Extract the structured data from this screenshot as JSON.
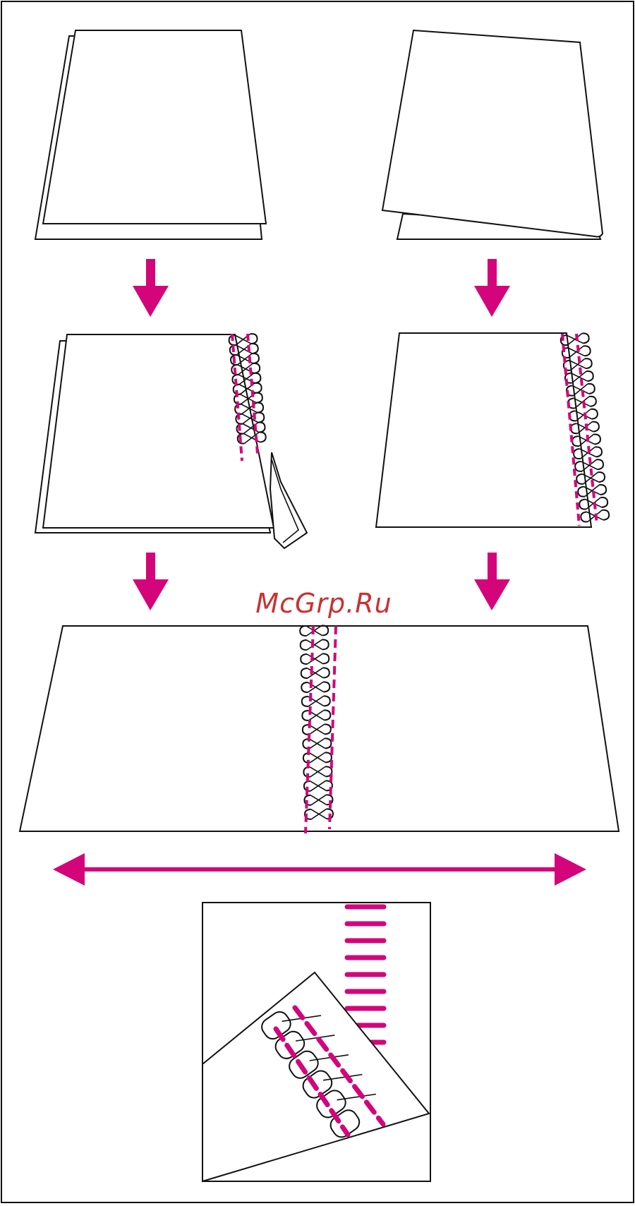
{
  "watermark": {
    "text": "McGrp.Ru"
  },
  "colors": {
    "accent": "#d4047a",
    "outline": "#111111",
    "fabric": "#ffffff"
  },
  "steps": [
    {
      "name": "fabric-left-folded"
    },
    {
      "name": "fabric-right-folded"
    },
    {
      "name": "left-piece-overlocked"
    },
    {
      "name": "right-piece-overlocked"
    },
    {
      "name": "pieces-joined-flatlock"
    },
    {
      "name": "stretch-arrow"
    },
    {
      "name": "seam-detail-inset"
    }
  ]
}
